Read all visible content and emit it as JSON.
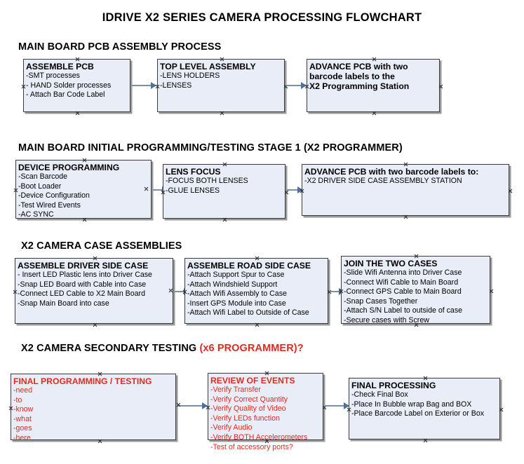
{
  "title": "IDRIVE X2  SERIES CAMERA PROCESSING FLOWCHART",
  "sections": [
    {
      "heading": "MAIN BOARD PCB ASSEMBLY PROCESS",
      "heading_accent": "",
      "boxes": [
        {
          "title": "ASSEMBLE PCB",
          "lines": [
            " -SMT processes",
            "- HAND Solder processes",
            "- Attach Bar Code Label"
          ]
        },
        {
          "title": "TOP LEVEL ASSEMBLY",
          "lines": [
            "-LENS HOLDERS",
            "-LENSES"
          ]
        },
        {
          "title": "ADVANCE PCB with two",
          "title2": "barcode labels to the",
          "title3": " X2 Programming Station",
          "lines": []
        }
      ]
    },
    {
      "heading": "MAIN BOARD INITIAL PROGRAMMING/TESTING STAGE 1 (X2 PROGRAMMER)",
      "heading_accent": "",
      "boxes": [
        {
          "title": "DEVICE PROGRAMMING",
          "lines": [
            "-Scan Barcode",
            "-Boot Loader",
            "-Device Configuration",
            "-Test Wired Events",
            "-AC SYNC"
          ]
        },
        {
          "title": "LENS FOCUS",
          "lines": [
            "-FOCUS BOTH LENSES",
            "-GLUE LENSES"
          ]
        },
        {
          "title": "ADVANCE PCB with two barcode labels to:",
          "lines": [
            "-X2 DRIVER  SIDE  CASE  ASSEMBLY STATION"
          ]
        }
      ]
    },
    {
      "heading": "X2 CAMERA CASE ASSEMBLIES",
      "heading_accent": "",
      "boxes": [
        {
          "title": "ASSEMBLE DRIVER SIDE CASE",
          "lines": [
            "- Insert LED Plastic lens into Driver Case",
            "-Snap LED Board with Cable into Case",
            "-Connect LED Cable to X2 Main Board",
            "-Snap Main Board into case"
          ]
        },
        {
          "title": "ASSEMBLE ROAD SIDE CASE",
          "lines": [
            "-Attach Support Spur to Case",
            "-Attach Windshield Support",
            "-Attach Wifi Assembly to Case",
            "-Insert GPS Module into Case",
            "-Attach Wifi Label to Outside of Case"
          ]
        },
        {
          "title": "JOIN THE TWO CASES",
          "lines": [
            "-Slide Wifi Antenna into Driver Case",
            "-Connect Wifi Cable to Main Board",
            "-Connect GPS Cable to Main Board",
            "-Snap Cases Together",
            "-Attach S/N Label to outside of case",
            "-Secure cases with Screw"
          ]
        }
      ]
    },
    {
      "heading": "X2 CAMERA SECONDARY TESTING ",
      "heading_accent": "(x6 PROGRAMMER)?",
      "boxes": [
        {
          "title": "FINAL PROGRAMMING / TESTING",
          "lines": [
            "-need",
            "-to",
            "-know",
            "-what",
            "-goes",
            "-here"
          ]
        },
        {
          "title": "REVIEW OF EVENTS",
          "lines": [
            "-Verify Transfer",
            "-Verify Correct Quantity",
            "-Verify Quality of Video",
            "-Verify LEDs function",
            "-Verify Audio",
            "-Verify BOTH Accelerometers",
            "-Test of accessory ports?"
          ]
        },
        {
          "title": "FINAL PROCESSING",
          "lines": [
            " -Check Final Box",
            "-Place In Bubble wrap Bag and BOX",
            "-Place Barcode Label on Exterior or Box"
          ]
        }
      ]
    }
  ],
  "colors": {
    "box_fill": "#E8EDF7",
    "box_border": "#3a3a3a",
    "accent_red": "#E02B20",
    "connector": "#7691AE"
  }
}
